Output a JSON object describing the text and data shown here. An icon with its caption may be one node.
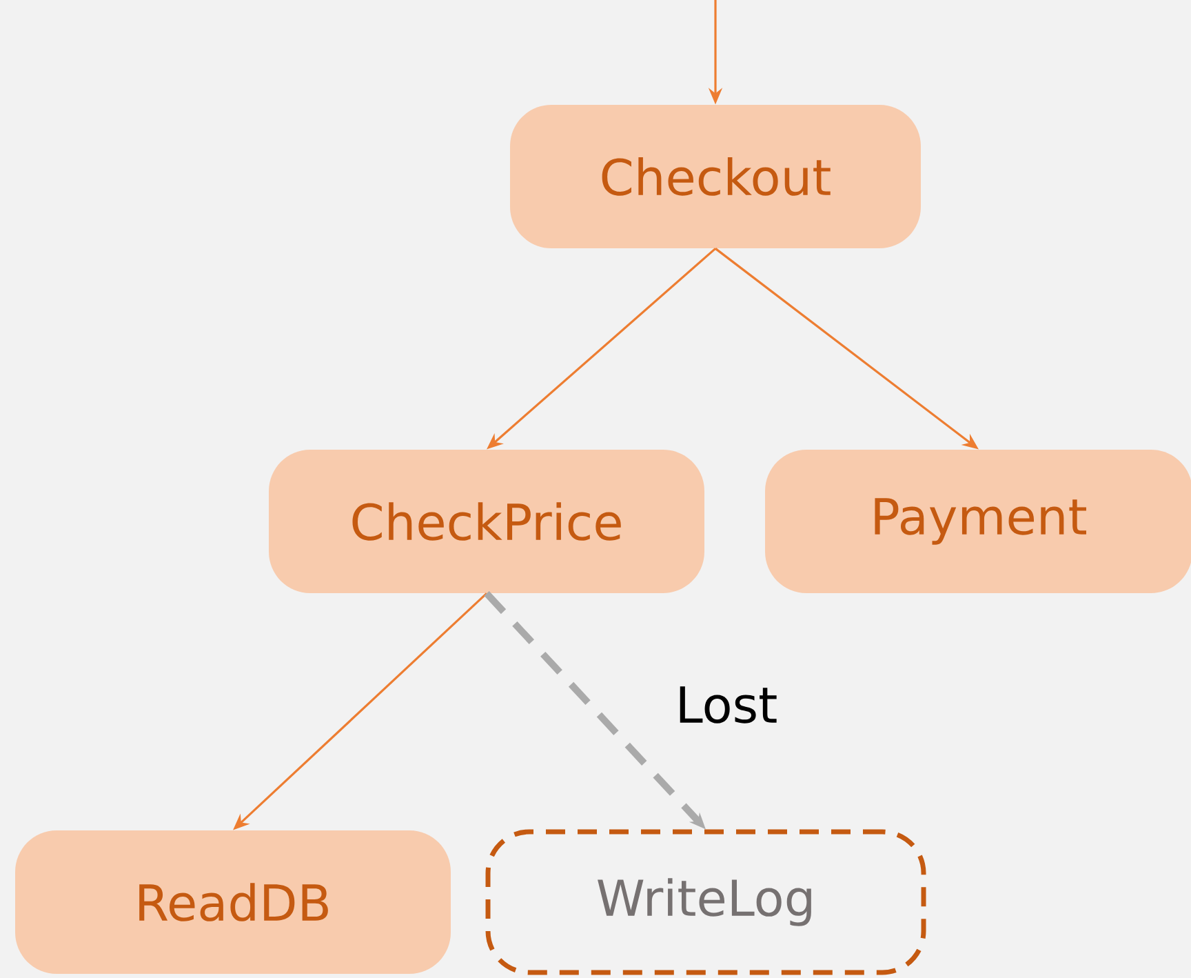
{
  "diagram": {
    "nodes": [
      {
        "text": [
          "Checkout"
        ]
      },
      {
        "text": [
          "CheckPrice"
        ]
      },
      {
        "text": [
          "Payment"
        ]
      },
      {
        "text": [
          "ReadDB"
        ]
      },
      {
        "text": [
          "WriteLog"
        ]
      }
    ],
    "edges": [
      {
        "from": null,
        "to": 0,
        "arrow": "to"
      },
      {
        "from": 0,
        "to": 1,
        "arrow": "to"
      },
      {
        "from": 0,
        "to": 2,
        "arrow": "to"
      },
      {
        "from": 1,
        "to": 3,
        "arrow": "to"
      },
      {
        "from": 1,
        "to": 4,
        "arrow": "to",
        "label": "Lost",
        "style": "dashed",
        "color": "#aaaaaa"
      }
    ]
  }
}
